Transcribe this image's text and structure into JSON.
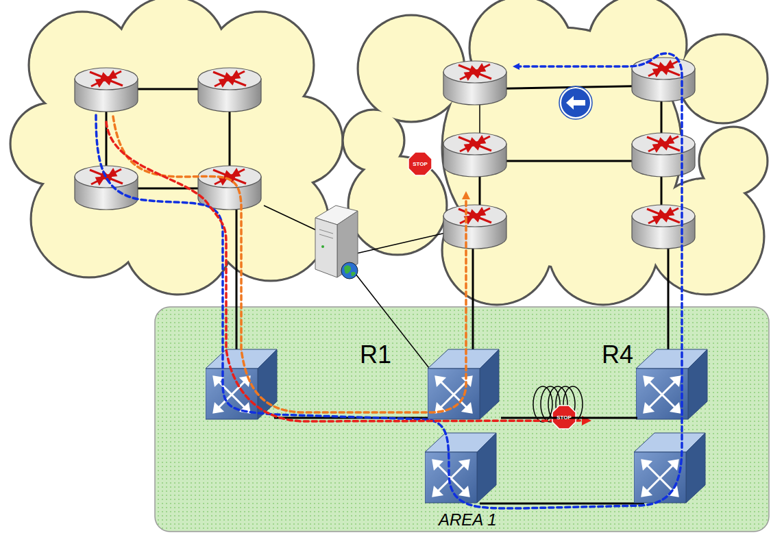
{
  "diagram": {
    "nodes": [
      {
        "text": [
          "AREA 1"
        ]
      },
      {
        "text": [
          "R1"
        ],
        "in": 0
      },
      {
        "text": [
          "R4"
        ],
        "in": 0
      }
    ],
    "edges": [
      {
        "from": 1,
        "to": 2,
        "arrow": "none"
      }
    ],
    "labels": [
      "STOP",
      "STOP"
    ]
  }
}
